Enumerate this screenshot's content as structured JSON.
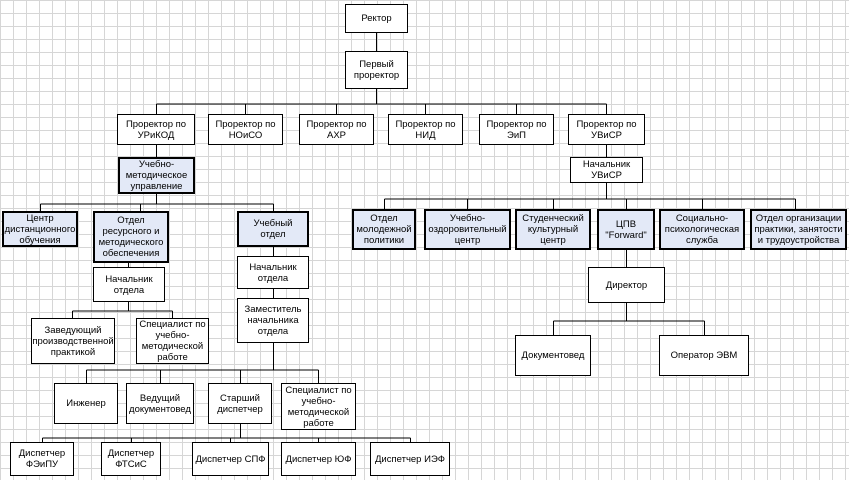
{
  "nodes": {
    "rector": "Ректор",
    "first_prorector": "Первый\nпроректор",
    "prorector_uricod": "Проректор по\nУРиКОД",
    "prorector_noiso": "Проректор по\nНОиСО",
    "prorector_ahr": "Проректор по\nАХР",
    "prorector_nid": "Проректор по\nНИД",
    "prorector_eip": "Проректор по\nЭиП",
    "prorector_uvisr": "Проректор по\nУВиСР",
    "umu": "Учебно-\nметодическое\nуправление",
    "chief_uvisr": "Начальник\nУВиСР",
    "distance_center": "Центр\nдистанционного\nобучения",
    "resource_dept": "Отдел\nресурсного и\nметодического\nобеспечения",
    "study_dept": "Учебный отдел",
    "youth_dept": "Отдел\nмолодежной\nполитики",
    "health_center": "Учебно-\nоздоровительный\nцентр",
    "student_culture": "Студенческий\nкультурный\nцентр",
    "cpv": "ЦПВ\n\"Forward\"",
    "social_service": "Социально-\nпсихологическая\nслужба",
    "practice_dept": "Отдел организации\nпрактики, занятости\nи трудоустройства",
    "head_dept_1": "Начальник\nотдела",
    "head_dept_2": "Начальник\nотдела",
    "deputy_head": "Заместитель\nначальника\nотдела",
    "director": "Директор",
    "practice_head": "Заведующий\nпроизводственной\nпрактикой",
    "specialist_1": "Специалист по\nучебно-\nметодической\nработе",
    "engineer": "Инженер",
    "lead_docs": "Ведущий\nдокументовед",
    "senior_dispatcher": "Старший\nдиспетчер",
    "specialist_2": "Специалист по\nучебно-\nметодической\nработе",
    "documentoved": "Документовед",
    "operator": "Оператор ЭВМ",
    "disp_feipu": "Диспетчер\nФЭиПУ",
    "disp_ftsis": "Диспетчер\nФТСиС",
    "disp_spf": "Диспетчер СПФ",
    "disp_yuf": "Диспетчер ЮФ",
    "disp_ief": "Диспетчер ИЭФ"
  },
  "colors": {
    "highlight_fill": "#e3e9f7",
    "grid": "#d6d6d6",
    "line": "#000000"
  }
}
